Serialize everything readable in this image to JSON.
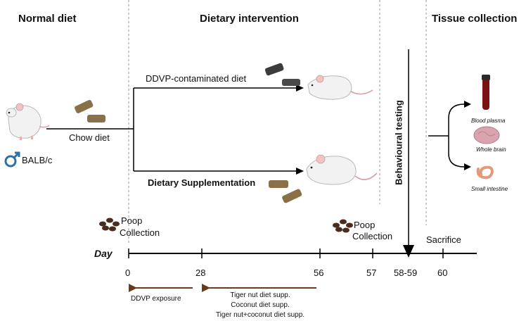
{
  "phases": {
    "normal": "Normal diet",
    "intervention": "Dietary intervention",
    "tissue": "Tissue collection"
  },
  "labels": {
    "strain": "BALB/c",
    "chow": "Chow diet",
    "ddvp_diet": "DDVP-contaminated diet",
    "supplementation": "Dietary Supplementation",
    "behavioural": "Behavioural testing",
    "poop1_line1": "Poop",
    "poop1_line2": "Collection",
    "poop2_line1": "Poop",
    "poop2_line2": "Collection",
    "sacrifice": "Sacrifice",
    "blood": "Blood plasma",
    "brain": "Whole brain",
    "intestine": "Small intestine"
  },
  "timeline": {
    "day_label": "Day",
    "ticks": [
      "0",
      "28",
      "56",
      "57",
      "58-59",
      "60"
    ]
  },
  "periods": {
    "ddvp": "DDVP exposure",
    "supp1": "Tiger nut diet supp.",
    "supp2": "Coconut diet supp.",
    "supp3": "Tiger nut+coconut diet supp."
  },
  "colors": {
    "brown_line": "#6b3a1e",
    "chow_pellet": "#8a7048",
    "dark_pellet": "#3c3c3c",
    "poop": "#4a2c1d",
    "male_symbol": "#2f6fa8",
    "blood": "#7a1212",
    "brain": "#d9a3b0",
    "intestine": "#e39a7c"
  }
}
